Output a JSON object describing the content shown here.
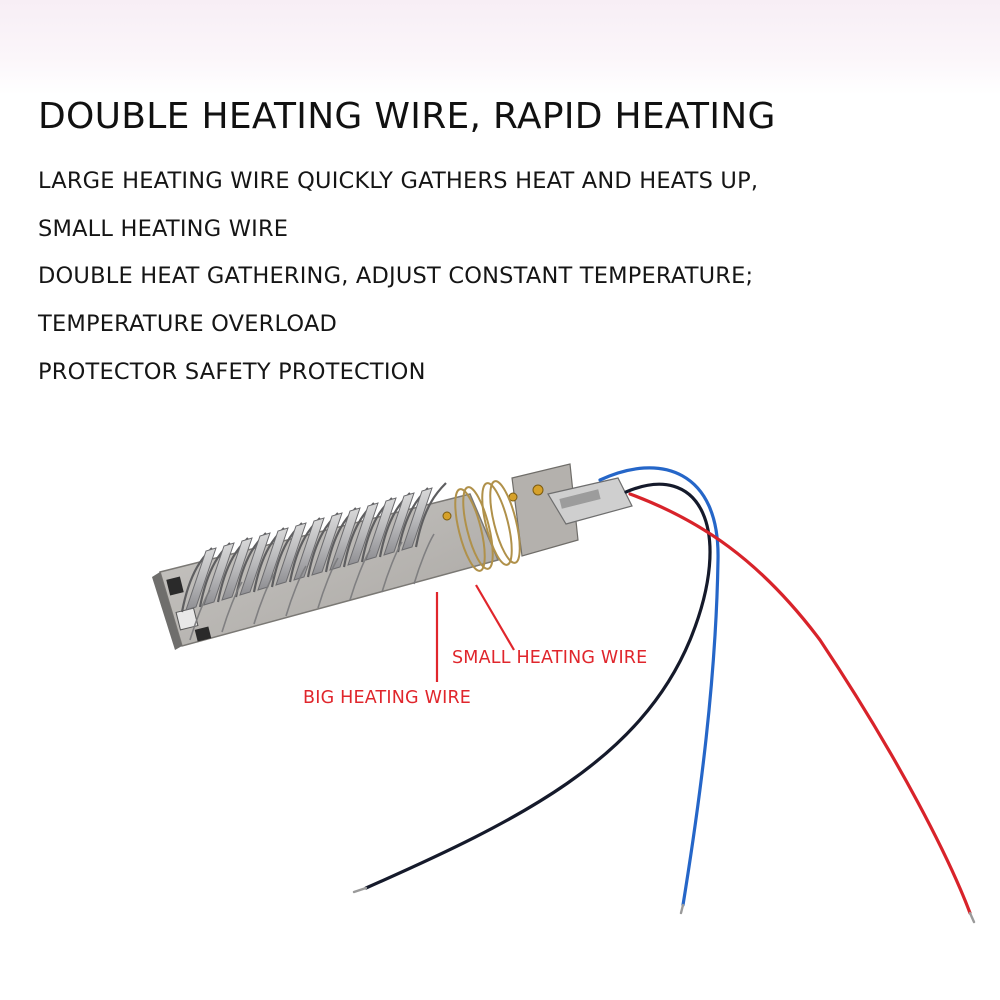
{
  "title": "DOUBLE HEATING WIRE, RAPID HEATING",
  "lines": [
    "LARGE HEATING WIRE QUICKLY GATHERS HEAT AND HEATS UP,",
    "SMALL HEATING WIRE",
    "DOUBLE HEAT GATHERING, ADJUST CONSTANT TEMPERATURE;",
    "TEMPERATURE OVERLOAD",
    "PROTECTOR SAFETY PROTECTION"
  ],
  "callouts": {
    "small": "SMALL HEATING WIRE",
    "big": "BIG HEATING WIRE"
  },
  "colors": {
    "callout": "#e0262c",
    "wire_red": "#d8232a",
    "wire_blue": "#2566c8",
    "wire_black": "#151a2b"
  }
}
